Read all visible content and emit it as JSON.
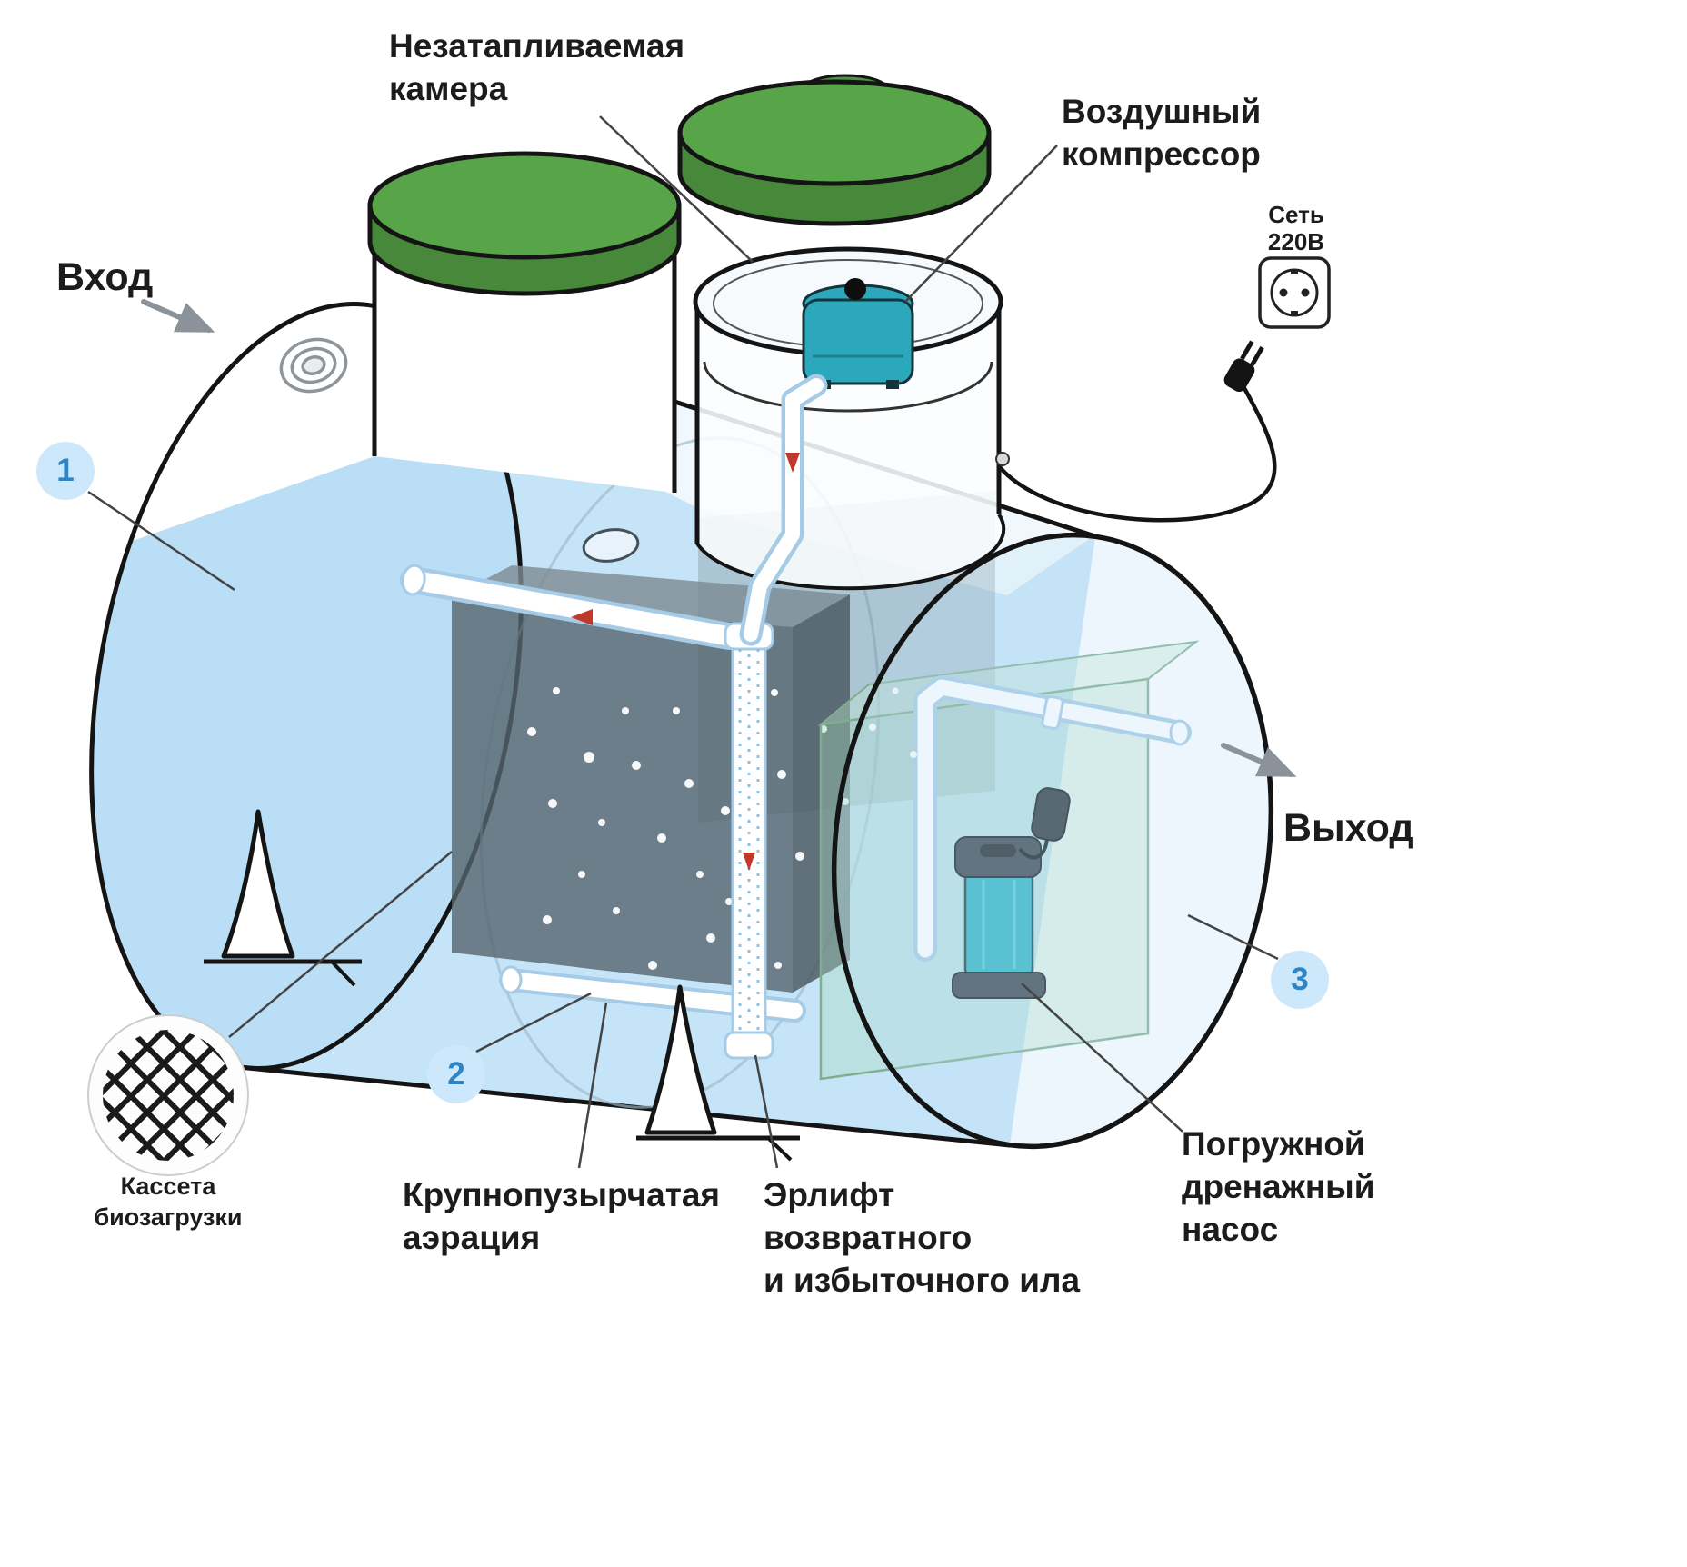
{
  "labels": {
    "inlet": "Вход",
    "outlet": "Выход",
    "chamber_lines": [
      "Незатапливаемая",
      "камера"
    ],
    "compressor_lines": [
      "Воздушный",
      "компрессор"
    ],
    "power_lines": [
      "Сеть",
      "220В"
    ],
    "cassette_lines": [
      "Кассета",
      "биозагрузки"
    ],
    "aeration_lines": [
      "Крупнопузырчатая",
      "аэрация"
    ],
    "airlift_lines": [
      "Эрлифт",
      "возвратного",
      "и избыточного ила"
    ],
    "pump_lines": [
      "Погружной",
      "дренажный",
      "насос"
    ]
  },
  "markers": {
    "m1": "1",
    "m2": "2",
    "m3": "3"
  },
  "colors": {
    "water": "#c6e4f7",
    "lid_green": "#58a449",
    "lid_green_dark": "#47883a",
    "device_teal": "#2fb4c5",
    "outline": "#141414",
    "marker_bg": "#cde8fa",
    "marker_text": "#2d85c7",
    "arrow_grey": "#8b9299",
    "flow_red": "#c0392b"
  }
}
